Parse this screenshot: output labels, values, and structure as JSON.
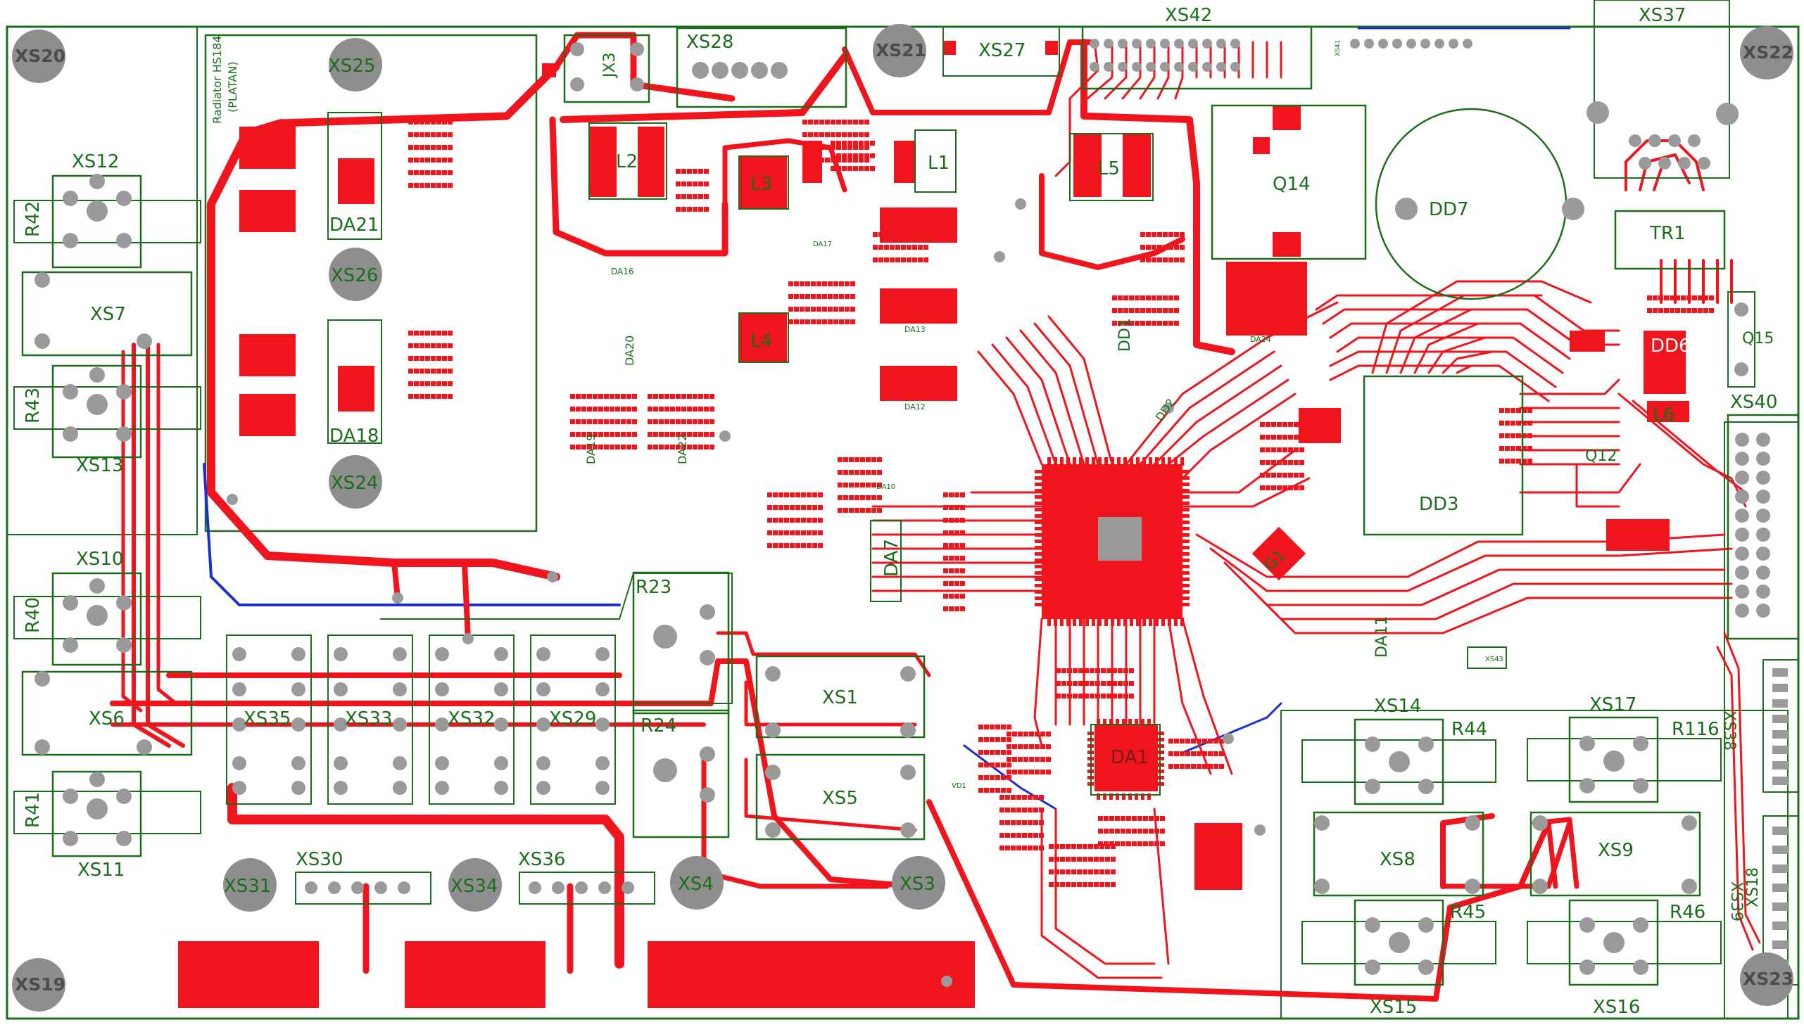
{
  "board": {
    "colors": {
      "background": "#ffffff",
      "copper": "#f0141c",
      "outline": "#1a6e1a",
      "mount_hole": "#8e8e8e",
      "bottom_trace": "#1a2fd0",
      "silkscreen": "#b8a06a"
    },
    "mount_holes": [
      "XS20",
      "XS21",
      "XS22",
      "XS19",
      "XS23",
      "XS25",
      "XS26",
      "XS24",
      "XS31",
      "XS34",
      "XS4",
      "XS3"
    ],
    "connectors": {
      "top": [
        "XS28",
        "XS27",
        "XS42",
        "XS37",
        "XS41"
      ],
      "left": [
        "XS12",
        "XS7",
        "XS13",
        "XS10",
        "XS6",
        "XS11"
      ],
      "bottom_left": [
        "XS35",
        "XS33",
        "XS32",
        "XS29",
        "XS30",
        "XS36"
      ],
      "center": [
        "XS1",
        "XS5"
      ],
      "right": [
        "XS40",
        "XS38",
        "XS39",
        "XS18",
        "XS43"
      ],
      "bottom_right": [
        "XS14",
        "XS17",
        "XS8",
        "XS9",
        "XS15",
        "XS16"
      ]
    },
    "resistors": [
      "R42",
      "R43",
      "R40",
      "R41",
      "R23",
      "R24",
      "R44",
      "R116",
      "R45",
      "R46"
    ],
    "inductors": [
      "L2",
      "L3",
      "L1",
      "L4",
      "L5",
      "L6"
    ],
    "ics": [
      "DA21",
      "DA18",
      "DA20",
      "DA19",
      "DA22",
      "DA13",
      "DA12",
      "DA24",
      "DA7",
      "DA1",
      "DA11",
      "DA16",
      "DD7",
      "DD3",
      "DD1",
      "DD6",
      "DD2",
      "DA10",
      "DA17",
      "VD1"
    ],
    "transistors": [
      "Q14",
      "Q15",
      "Q12",
      "G1"
    ],
    "transformer": "TR1",
    "radiator_label": "Radiator HS184",
    "radiator_label2": "(PLATAN)",
    "jumper": "JX3"
  }
}
